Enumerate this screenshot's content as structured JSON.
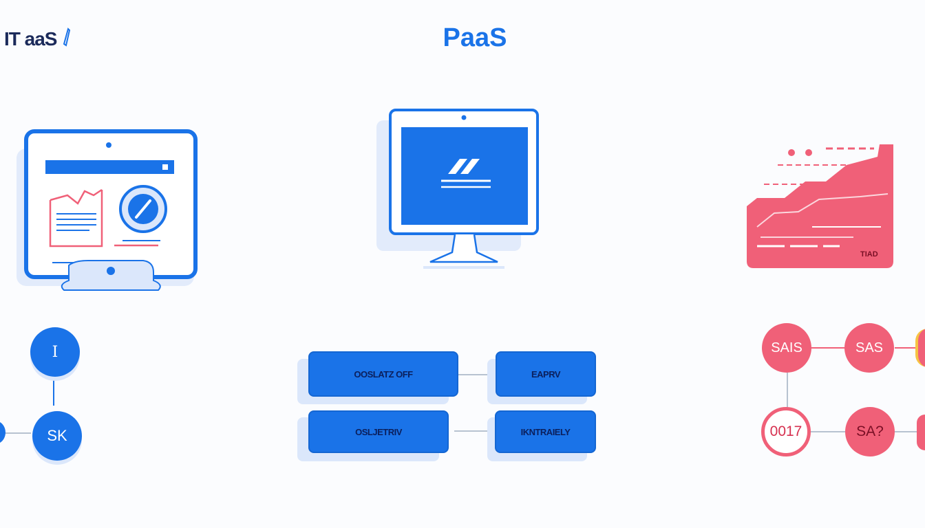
{
  "header": {
    "logo_text": "IT aaS",
    "title": "PaaS"
  },
  "colors": {
    "primary_blue": "#1a73e8",
    "light_blue": "#dbe7fb",
    "dark_navy": "#0b1f5c",
    "accent_red": "#f06078",
    "connector_gray": "#b7c2d0",
    "title_blue": "#1a73e8"
  },
  "iaas": {
    "icon": "monitor-dashboard-icon",
    "nodes": [
      {
        "label": "I"
      },
      {
        "label": "SK"
      }
    ]
  },
  "paas": {
    "icon": "monitor-platform-icon",
    "boxes": [
      {
        "label": "OOSLATZ OFF"
      },
      {
        "label": "EAPRV"
      },
      {
        "label": "OSLJETRIV"
      },
      {
        "label": "IKNTRAIELY"
      }
    ]
  },
  "saas": {
    "icon": "cloud-stack-icon",
    "badge": "TIAD",
    "nodes": [
      {
        "label": "SAIS"
      },
      {
        "label": "SAS"
      },
      {
        "label": "0017"
      },
      {
        "label": "SA?"
      }
    ]
  }
}
